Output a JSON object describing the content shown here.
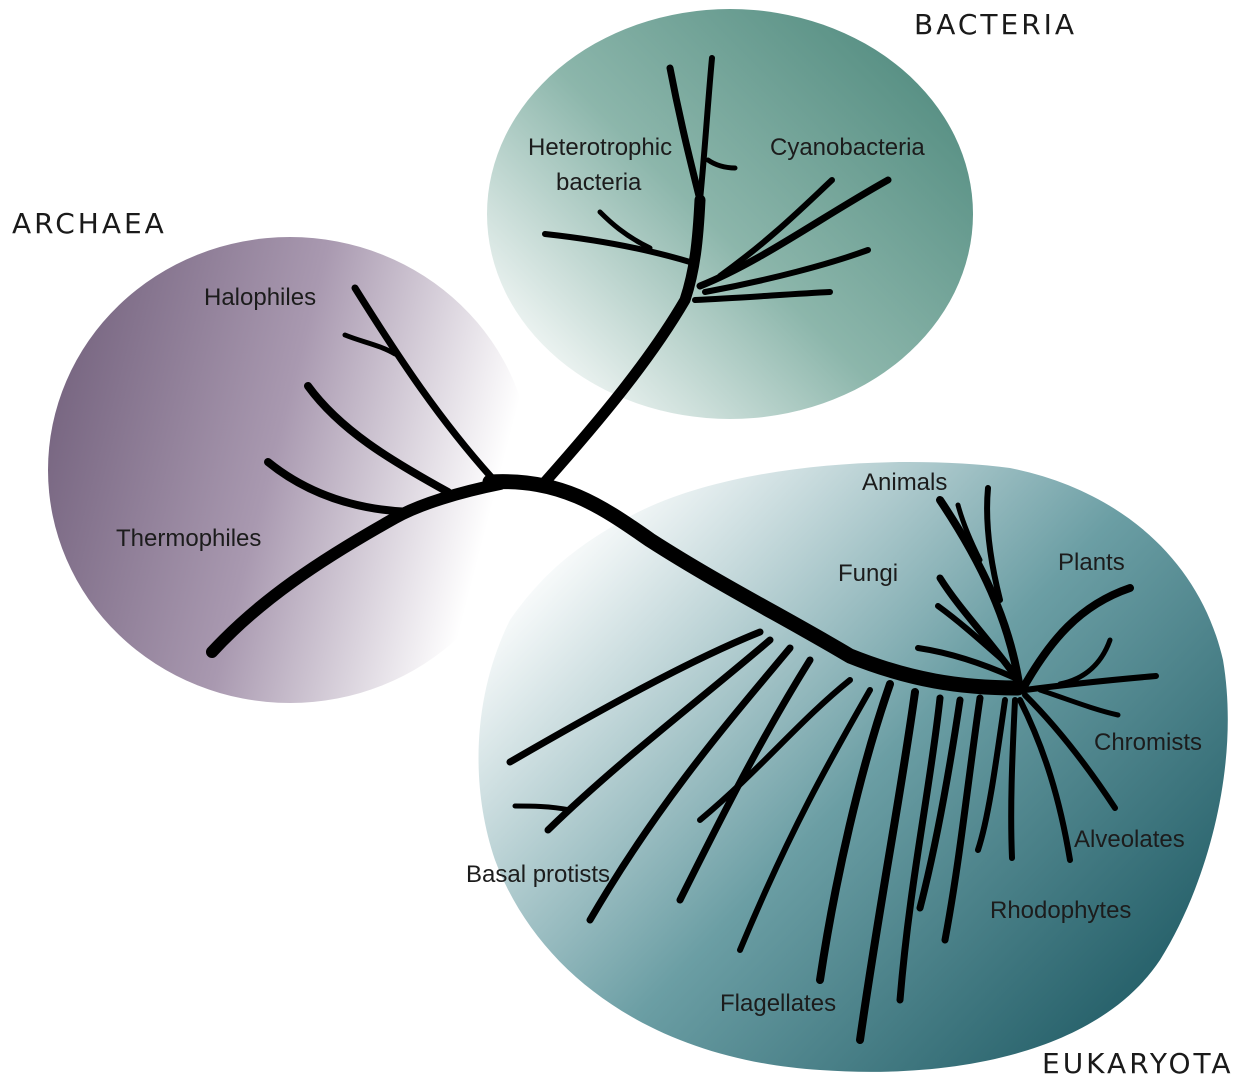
{
  "domains": {
    "archaea": {
      "label": "ARCHAEA",
      "color": "#6e5c78",
      "groups": {
        "halophiles": "Halophiles",
        "thermophiles": "Thermophiles"
      }
    },
    "bacteria": {
      "label": "BACTERIA",
      "color": "#4f8a7e",
      "groups": {
        "heterotrophic_line1": "Heterotrophic",
        "heterotrophic_line2": "bacteria",
        "cyanobacteria": "Cyanobacteria"
      }
    },
    "eukaryota": {
      "label": "EUKARYOTA",
      "color": "#2c6570",
      "groups": {
        "animals": "Animals",
        "fungi": "Fungi",
        "plants": "Plants",
        "chromists": "Chromists",
        "alveolates": "Alveolates",
        "rhodophytes": "Rhodophytes",
        "flagellates": "Flagellates",
        "basal_protists": "Basal protists"
      }
    }
  }
}
